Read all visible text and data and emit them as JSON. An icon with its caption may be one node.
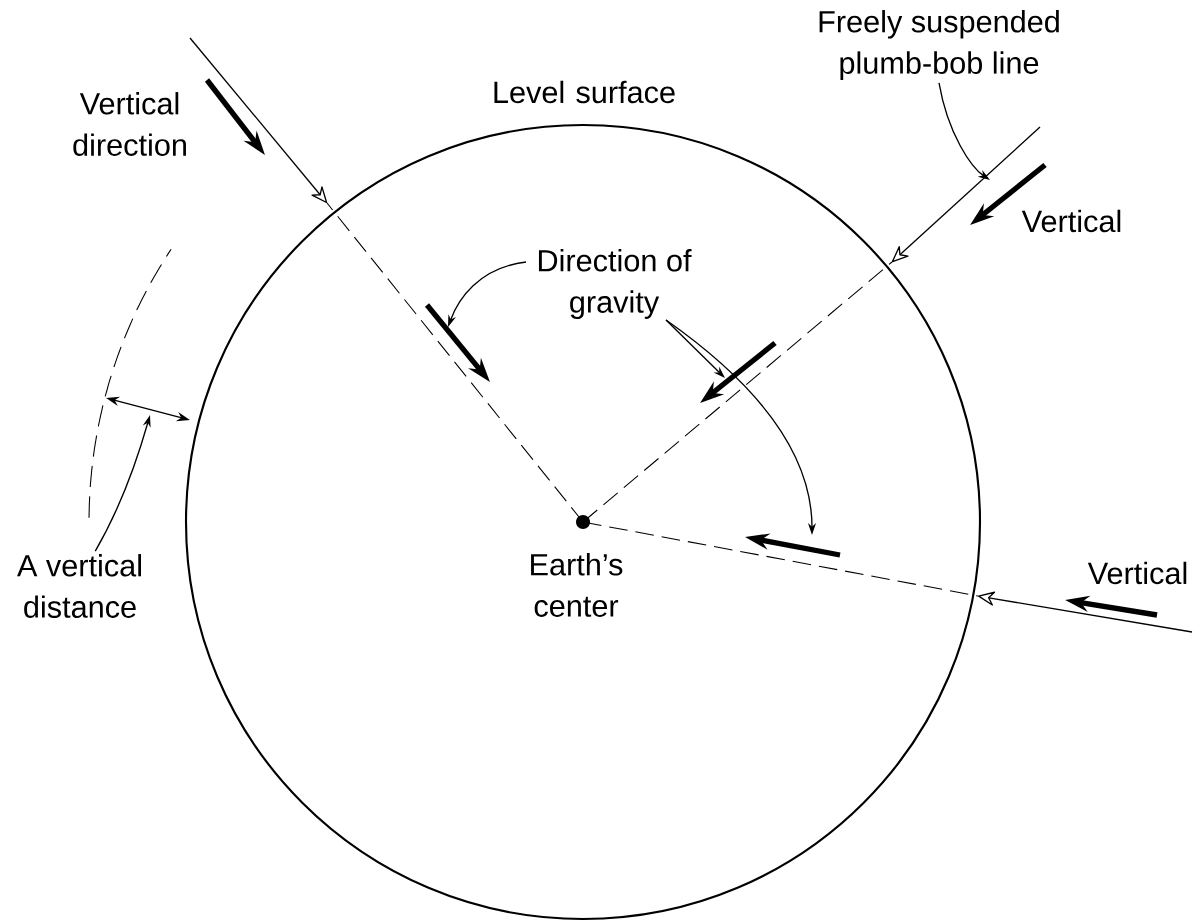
{
  "diagram": {
    "nodes": [
      {
        "text": [
          "Freely suspended plumb-bob line"
        ]
      },
      {
        "text": [
          "Direction of gravity"
        ]
      },
      {
        "text": [
          "A vertical distance"
        ]
      }
    ],
    "edges": [
      {
        "from": 0,
        "to": null,
        "arrow": "to"
      },
      {
        "from": 1,
        "to": null,
        "arrow": "to"
      },
      {
        "from": 1,
        "to": null,
        "arrow": "to"
      },
      {
        "from": 1,
        "to": null,
        "arrow": "to"
      },
      {
        "from": 2,
        "to": null,
        "arrow": "to"
      }
    ],
    "labels": [
      "Vertical direction",
      "Level surface",
      "Vertical",
      "Earth’s center",
      "Vertical"
    ]
  }
}
